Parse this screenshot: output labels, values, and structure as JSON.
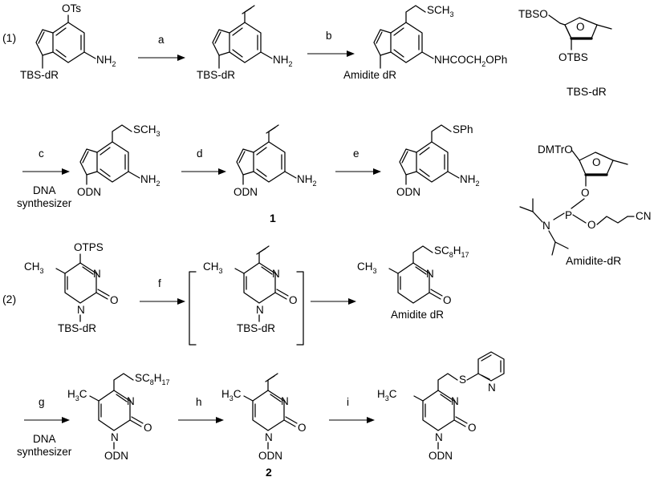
{
  "scheme": {
    "route_1": "(1)",
    "route_2": "(2)",
    "arrows": {
      "a": "a",
      "b": "b",
      "c": "c",
      "d": "d",
      "e": "e",
      "f": "f",
      "g": "g",
      "h": "h",
      "i": "i"
    },
    "synth_c": {
      "line1": "DNA",
      "line2": "synthesizer"
    },
    "synth_g": {
      "line1": "DNA",
      "line2": "synthesizer"
    },
    "compound_1": "1",
    "compound_2": "2",
    "labels": {
      "ots": "OTs",
      "nh2": "NH",
      "nh2_sub": "2",
      "tbs_dr": "TBS-dR",
      "sch3": "SCH",
      "sch3_sub": "3",
      "amidite_dr": "Amidite dR",
      "nhcoch2oph_a": "NHCOCH",
      "nhcoch2oph_sub": "2",
      "nhcoch2oph_b": "OPh",
      "odn": "ODN",
      "sph": "SPh",
      "otps": "OTPS",
      "ch3": "CH",
      "ch3_sub": "3",
      "h3c": "H",
      "h3c_sub": "3",
      "h3c_c": "C",
      "sc8h17_a": "SC",
      "sc8h17_s1": "8",
      "sc8h17_b": "H",
      "sc8h17_s2": "17",
      "N": "N",
      "O": "O",
      "S": "S",
      "P": "P",
      "CN": "CN",
      "tbso": "TBSO",
      "otbs": "OTBS",
      "dmtro": "DMTrO"
    },
    "sugar_tbs_caption": "TBS-dR",
    "sugar_amidite_caption": "Amidite-dR"
  }
}
